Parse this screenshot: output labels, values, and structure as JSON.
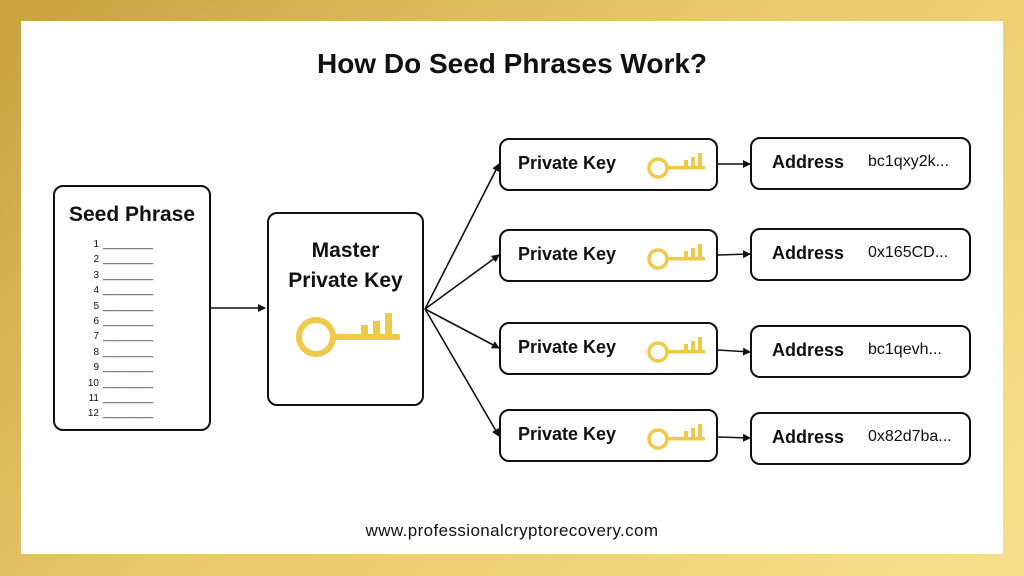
{
  "title": "How Do Seed Phrases Work?",
  "seed_phrase": {
    "title": "Seed Phrase",
    "words": [
      {
        "num": "1",
        "blank": "_________"
      },
      {
        "num": "2",
        "blank": "_________"
      },
      {
        "num": "3",
        "blank": "_________"
      },
      {
        "num": "4",
        "blank": "_________"
      },
      {
        "num": "5",
        "blank": "_________"
      },
      {
        "num": "6",
        "blank": "_________"
      },
      {
        "num": "7",
        "blank": "_________"
      },
      {
        "num": "8",
        "blank": "_________"
      },
      {
        "num": "9",
        "blank": "_________"
      },
      {
        "num": "10",
        "blank": "_________"
      },
      {
        "num": "11",
        "blank": "_________"
      },
      {
        "num": "12",
        "blank": "_________"
      }
    ]
  },
  "master_key": {
    "line1": "Master",
    "line2": "Private Key",
    "icon": "key-icon"
  },
  "private_keys": [
    {
      "label": "Private Key",
      "address_label": "Address",
      "address": "bc1qxy2k..."
    },
    {
      "label": "Private Key",
      "address_label": "Address",
      "address": "0x165CD..."
    },
    {
      "label": "Private Key",
      "address_label": "Address",
      "address": "bc1qevh..."
    },
    {
      "label": "Private Key",
      "address_label": "Address",
      "address": "0x82d7ba..."
    }
  ],
  "footer": "www.professionalcryptorecovery.com",
  "colors": {
    "frame_gold": "#d4ad4a",
    "key_gold": "#f0c84a",
    "line": "#111111"
  }
}
